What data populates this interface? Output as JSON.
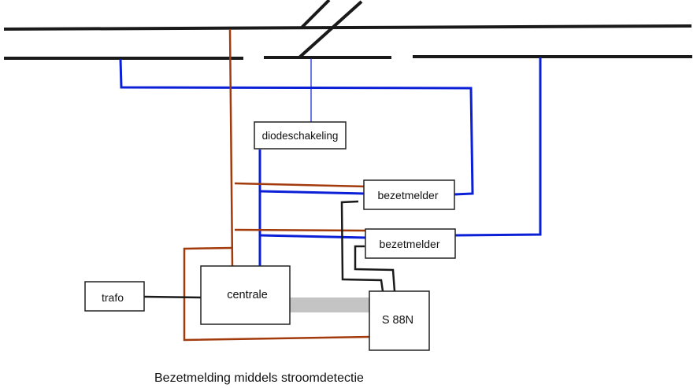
{
  "diagram": {
    "nodes": {
      "diodeschakeling": "diodeschakeling",
      "bezetmelder_1": "bezetmelder",
      "bezetmelder_2": "bezetmelder",
      "trafo": "trafo",
      "centrale": "centrale",
      "s88n": "S 88N"
    },
    "caption": "Bezetmelding middels stroomdetectie"
  },
  "colors": {
    "track": "#1a1a1a",
    "blue_wire": "#0a1fd6",
    "brown_wire": "#a23a0c",
    "black_wire": "#1a1a1a",
    "bus_cable": "#c4c4c4"
  }
}
